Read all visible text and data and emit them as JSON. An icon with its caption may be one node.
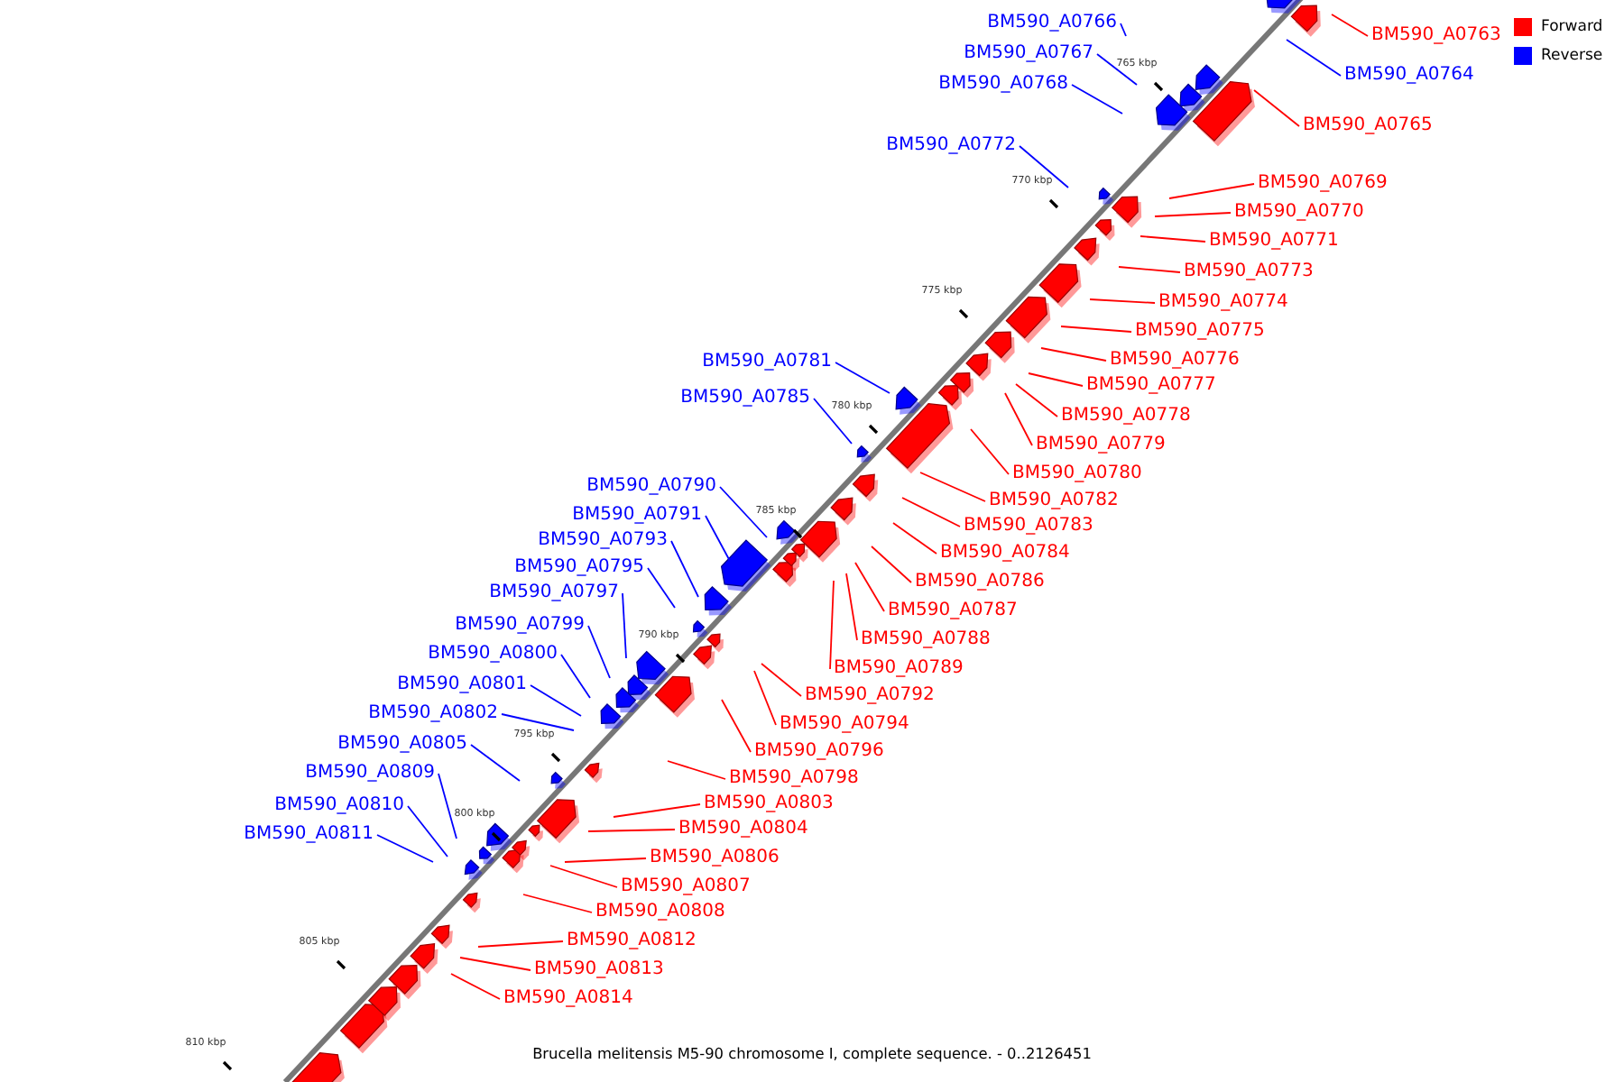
{
  "diagram": {
    "caption": "Brucella melitensis M5-90 chromosome I, complete sequence. - 0..2126451",
    "nodes": [
      {
        "text": [
          "BM590_A0766"
        ]
      },
      {
        "text": [
          "BM590_A0763"
        ]
      },
      {
        "text": [
          "BM590_A0767"
        ]
      },
      {
        "text": [
          "BM590_A0764"
        ]
      },
      {
        "text": [
          "BM590_A0768"
        ]
      },
      {
        "text": [
          "BM590_A0765"
        ]
      },
      {
        "text": [
          "BM590_A0772"
        ]
      },
      {
        "text": [
          "BM590_A0769"
        ]
      },
      {
        "text": [
          "BM590_A0770"
        ]
      },
      {
        "text": [
          "BM590_A0771"
        ]
      },
      {
        "text": [
          "BM590_A0773"
        ]
      },
      {
        "text": [
          "BM590_A0774"
        ]
      },
      {
        "text": [
          "BM590_A0775"
        ]
      },
      {
        "text": [
          "BM590_A0781"
        ]
      },
      {
        "text": [
          "BM590_A0776"
        ]
      },
      {
        "text": [
          "BM590_A0777"
        ]
      },
      {
        "text": [
          "BM590_A0785"
        ]
      },
      {
        "text": [
          "BM590_A0778"
        ]
      },
      {
        "text": [
          "BM590_A0779"
        ]
      },
      {
        "text": [
          "BM590_A0780"
        ]
      },
      {
        "text": [
          "BM590_A0790"
        ]
      },
      {
        "text": [
          "BM590_A0782"
        ]
      },
      {
        "text": [
          "BM590_A0791"
        ]
      },
      {
        "text": [
          "BM590_A0783"
        ]
      },
      {
        "text": [
          "BM590_A0793"
        ]
      },
      {
        "text": [
          "BM590_A0784"
        ]
      },
      {
        "text": [
          "BM590_A0795"
        ]
      },
      {
        "text": [
          "BM590_A0786"
        ]
      },
      {
        "text": [
          "BM590_A0797"
        ]
      },
      {
        "text": [
          "BM590_A0787"
        ]
      },
      {
        "text": [
          "BM590_A0799"
        ]
      },
      {
        "text": [
          "BM590_A0788"
        ]
      },
      {
        "text": [
          "BM590_A0800"
        ]
      },
      {
        "text": [
          "BM590_A0789"
        ]
      },
      {
        "text": [
          "BM590_A0801"
        ]
      },
      {
        "text": [
          "BM590_A0792"
        ]
      },
      {
        "text": [
          "BM590_A0802"
        ]
      },
      {
        "text": [
          "BM590_A0794"
        ]
      },
      {
        "text": [
          "BM590_A0805"
        ]
      },
      {
        "text": [
          "BM590_A0796"
        ]
      },
      {
        "text": [
          "BM590_A0809"
        ]
      },
      {
        "text": [
          "BM590_A0798"
        ]
      },
      {
        "text": [
          "BM590_A0803"
        ]
      },
      {
        "text": [
          "BM590_A0810"
        ]
      },
      {
        "text": [
          "BM590_A0804"
        ]
      },
      {
        "text": [
          "BM590_A0811"
        ]
      },
      {
        "text": [
          "BM590_A0806"
        ]
      },
      {
        "text": [
          "BM590_A0807"
        ]
      },
      {
        "text": [
          "BM590_A0808"
        ]
      },
      {
        "text": [
          "BM590_A0812"
        ]
      },
      {
        "text": [
          "BM590_A0813"
        ]
      },
      {
        "text": [
          "BM590_A0814"
        ]
      }
    ],
    "edges": [
      {
        "from": 0,
        "to": null,
        "arrow": "none",
        "color": "#0000ff"
      },
      {
        "from": 1,
        "to": null,
        "arrow": "none"
      },
      {
        "from": 2,
        "to": null,
        "arrow": "none",
        "color": "#0000ff"
      },
      {
        "from": 3,
        "to": null,
        "arrow": "none",
        "color": "#0000ff"
      },
      {
        "from": 4,
        "to": null,
        "arrow": "none",
        "color": "#0000ff"
      },
      {
        "from": 5,
        "to": null,
        "arrow": "none"
      },
      {
        "from": 6,
        "to": null,
        "arrow": "none",
        "color": "#0000ff"
      },
      {
        "from": 7,
        "to": null,
        "arrow": "none"
      },
      {
        "from": 8,
        "to": null,
        "arrow": "none"
      },
      {
        "from": 9,
        "to": null,
        "arrow": "none"
      },
      {
        "from": 10,
        "to": null,
        "arrow": "none"
      },
      {
        "from": 11,
        "to": null,
        "arrow": "none"
      },
      {
        "from": 12,
        "to": null,
        "arrow": "none"
      },
      {
        "from": 13,
        "to": null,
        "arrow": "none",
        "color": "#0000ff"
      },
      {
        "from": 14,
        "to": null,
        "arrow": "none"
      },
      {
        "from": 15,
        "to": null,
        "arrow": "none"
      },
      {
        "from": 16,
        "to": null,
        "arrow": "none",
        "color": "#0000ff"
      },
      {
        "from": 17,
        "to": null,
        "arrow": "none"
      },
      {
        "from": 18,
        "to": null,
        "arrow": "none"
      },
      {
        "from": 19,
        "to": null,
        "arrow": "none"
      },
      {
        "from": 20,
        "to": null,
        "arrow": "none",
        "color": "#0000ff"
      },
      {
        "from": 21,
        "to": null,
        "arrow": "none"
      },
      {
        "from": 22,
        "to": null,
        "arrow": "none",
        "color": "#0000ff"
      },
      {
        "from": 23,
        "to": null,
        "arrow": "none"
      },
      {
        "from": 24,
        "to": null,
        "arrow": "none",
        "color": "#0000ff"
      },
      {
        "from": 25,
        "to": null,
        "arrow": "none"
      },
      {
        "from": 26,
        "to": null,
        "arrow": "none",
        "color": "#0000ff"
      },
      {
        "from": 27,
        "to": null,
        "arrow": "none"
      },
      {
        "from": 28,
        "to": null,
        "arrow": "none",
        "color": "#0000ff"
      },
      {
        "from": 29,
        "to": null,
        "arrow": "none"
      },
      {
        "from": 30,
        "to": null,
        "arrow": "none",
        "color": "#0000ff"
      },
      {
        "from": 31,
        "to": null,
        "arrow": "none"
      },
      {
        "from": 32,
        "to": null,
        "arrow": "none",
        "color": "#0000ff"
      },
      {
        "from": 33,
        "to": null,
        "arrow": "none"
      },
      {
        "from": 34,
        "to": null,
        "arrow": "none",
        "color": "#0000ff"
      },
      {
        "from": 35,
        "to": null,
        "arrow": "none"
      },
      {
        "from": 36,
        "to": null,
        "arrow": "none",
        "color": "#0000ff"
      },
      {
        "from": 37,
        "to": null,
        "arrow": "none"
      },
      {
        "from": 38,
        "to": null,
        "arrow": "none",
        "color": "#0000ff"
      },
      {
        "from": 39,
        "to": null,
        "arrow": "none"
      },
      {
        "from": 40,
        "to": null,
        "arrow": "none",
        "color": "#0000ff"
      },
      {
        "from": 41,
        "to": null,
        "arrow": "none"
      },
      {
        "from": 42,
        "to": null,
        "arrow": "none"
      },
      {
        "from": 43,
        "to": null,
        "arrow": "none",
        "color": "#0000ff"
      },
      {
        "from": 44,
        "to": null,
        "arrow": "none"
      },
      {
        "from": 45,
        "to": null,
        "arrow": "none",
        "color": "#0000ff"
      },
      {
        "from": 46,
        "to": null,
        "arrow": "none"
      },
      {
        "from": 47,
        "to": null,
        "arrow": "none"
      },
      {
        "from": 48,
        "to": null,
        "arrow": "none"
      },
      {
        "from": 49,
        "to": null,
        "arrow": "none"
      },
      {
        "from": 50,
        "to": null,
        "arrow": "none"
      },
      {
        "from": 51,
        "to": null,
        "arrow": "none"
      }
    ],
    "labels": [
      "765 kbp",
      "770 kbp",
      "775 kbp",
      "780 kbp",
      "785 kbp",
      "790 kbp",
      "795 kbp",
      "800 kbp",
      "805 kbp",
      "810 kbp"
    ],
    "legend": [
      {
        "text": "Forward",
        "color": "#ff0000"
      },
      {
        "text": "Reverse",
        "color": "#0000ff"
      }
    ]
  }
}
